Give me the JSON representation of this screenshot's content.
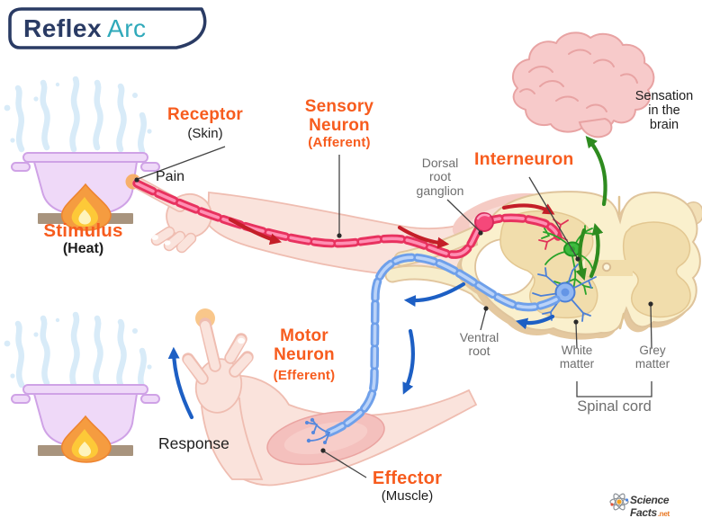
{
  "title": {
    "word1": "Reflex",
    "word2": "Arc"
  },
  "labels": {
    "receptor_main": "Receptor",
    "receptor_sub": "(Skin)",
    "pain": "Pain",
    "stimulus_main": "Stimulus",
    "stimulus_sub": "(Heat)",
    "sensory_main": "Sensory\nNeuron",
    "sensory_sub": "(Afferent)",
    "dorsal_root_ganglion": "Dorsal\nroot\nganglion",
    "interneuron": "Interneuron",
    "sensation_brain": "Sensation\nin the\nbrain",
    "motor_main": "Motor\nNeuron",
    "motor_sub": "(Efferent)",
    "ventral_root": "Ventral\nroot",
    "white_matter": "White\nmatter",
    "grey_matter": "Grey\nmatter",
    "spinal_cord": "Spinal cord",
    "response": "Response",
    "effector_main": "Effector",
    "effector_sub": "(Muscle)"
  },
  "watermark": {
    "brand": "Science Facts",
    "tld": ".net",
    "icon": "atom"
  },
  "colors": {
    "accent_orange": "#F75C1E",
    "label_gray": "#6E6E6E",
    "label_black": "#1D1D1D",
    "title_navy": "#2A3B64",
    "title_teal": "#2FA9BA",
    "sensory_neuron_red": "#E8325F",
    "motor_neuron_blue": "#6FA0EA",
    "interneuron_green": "#3FBB3F",
    "arrow_red": "#C41E28",
    "arrow_blue": "#1D5FC4",
    "arrow_green": "#2E8B1F",
    "brain_pink": "#F7CACA",
    "cord_cream": "#FAF0CD",
    "grey_matter_tan": "#F1DDAC",
    "pot_lavender": "#EFD9F8",
    "steam_blue": "#D8EBF8"
  }
}
